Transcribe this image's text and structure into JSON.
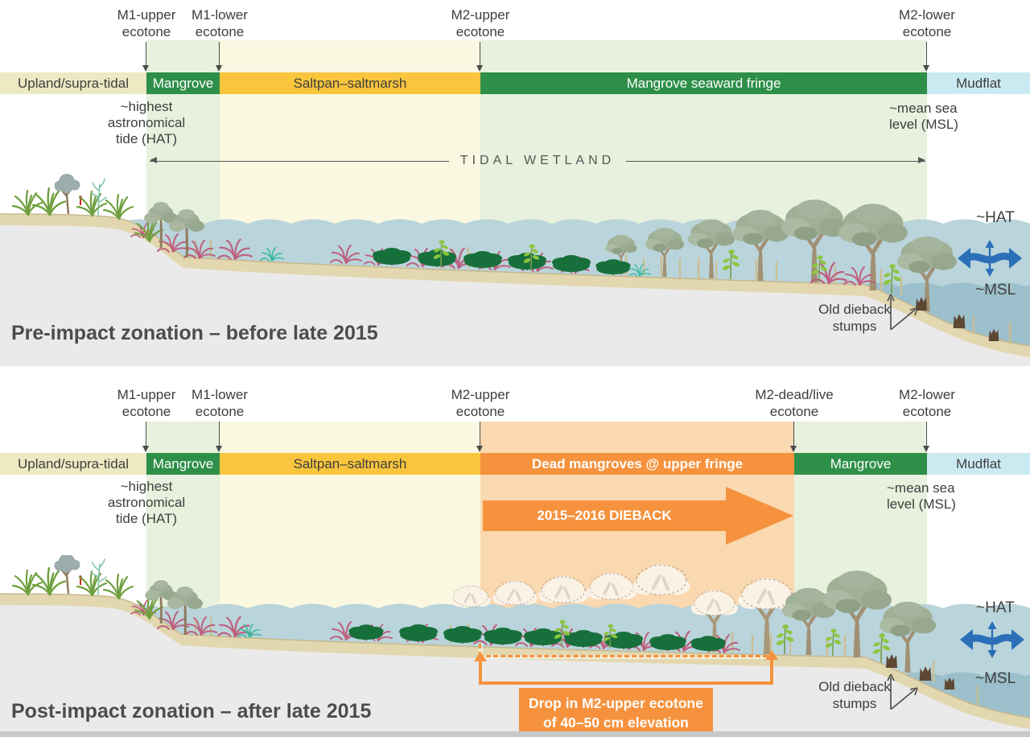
{
  "colors": {
    "zone_green": "#2E8F49",
    "zone_gold": "#F8C53C",
    "zone_upland": "#EDE9C2",
    "zone_mudflat": "#CBE9F0",
    "zone_dead_orange": "#F6923D",
    "band_pale_green": "#E7F1DD",
    "band_pale_yellow": "#FAF8E0",
    "band_pale_orange": "#FAD8B0",
    "water_light": "#B9D4DB",
    "water_dark": "#9CC0CB",
    "soil_tan": "#E2D7AE",
    "substrate_gray": "#EAEAEA",
    "tide_arrow_blue": "#2B6FB8",
    "annotation_orange": "#F6923D"
  },
  "panel_pre": {
    "title": "Pre-impact zonation – before late 2015",
    "markers": [
      {
        "label": "M1-upper\necotone"
      },
      {
        "label": "M1-lower\necotone"
      },
      {
        "label": "M2-upper\necotone"
      },
      {
        "label": "M2-lower\necotone"
      }
    ],
    "zones": [
      {
        "label": "Upland/supra-tidal"
      },
      {
        "label": "Mangrove"
      },
      {
        "label": "Saltpan–saltmarsh"
      },
      {
        "label": "Mangrove seaward fringe"
      },
      {
        "label": "Mudflat"
      }
    ],
    "hat_note": "~highest\nastronomical\ntide (HAT)",
    "msl_note": "~mean sea\nlevel (MSL)",
    "tidal_wetland": "TIDAL WETLAND",
    "hat_short": "~HAT",
    "msl_short": "~MSL",
    "stumps_note": "Old dieback\nstumps"
  },
  "panel_post": {
    "title": "Post-impact zonation – after late 2015",
    "markers": [
      {
        "label": "M1-upper\necotone"
      },
      {
        "label": "M1-lower\necotone"
      },
      {
        "label": "M2-upper\necotone"
      },
      {
        "label": "M2-dead/live\necotone"
      },
      {
        "label": "M2-lower\necotone"
      }
    ],
    "zones": [
      {
        "label": "Upland/supra-tidal"
      },
      {
        "label": "Mangrove"
      },
      {
        "label": "Saltpan–saltmarsh"
      },
      {
        "label": "Dead mangroves @ upper fringe"
      },
      {
        "label": "Mangrove"
      },
      {
        "label": "Mudflat"
      }
    ],
    "hat_note": "~highest\nastronomical\ntide (HAT)",
    "msl_note": "~mean sea\nlevel (MSL)",
    "dieback_label": "2015–2016 DIEBACK",
    "drop_note": "Drop in M2-upper ecotone\nof 40–50 cm elevation",
    "hat_short": "~HAT",
    "msl_short": "~MSL",
    "stumps_note": "Old dieback\nstumps"
  }
}
